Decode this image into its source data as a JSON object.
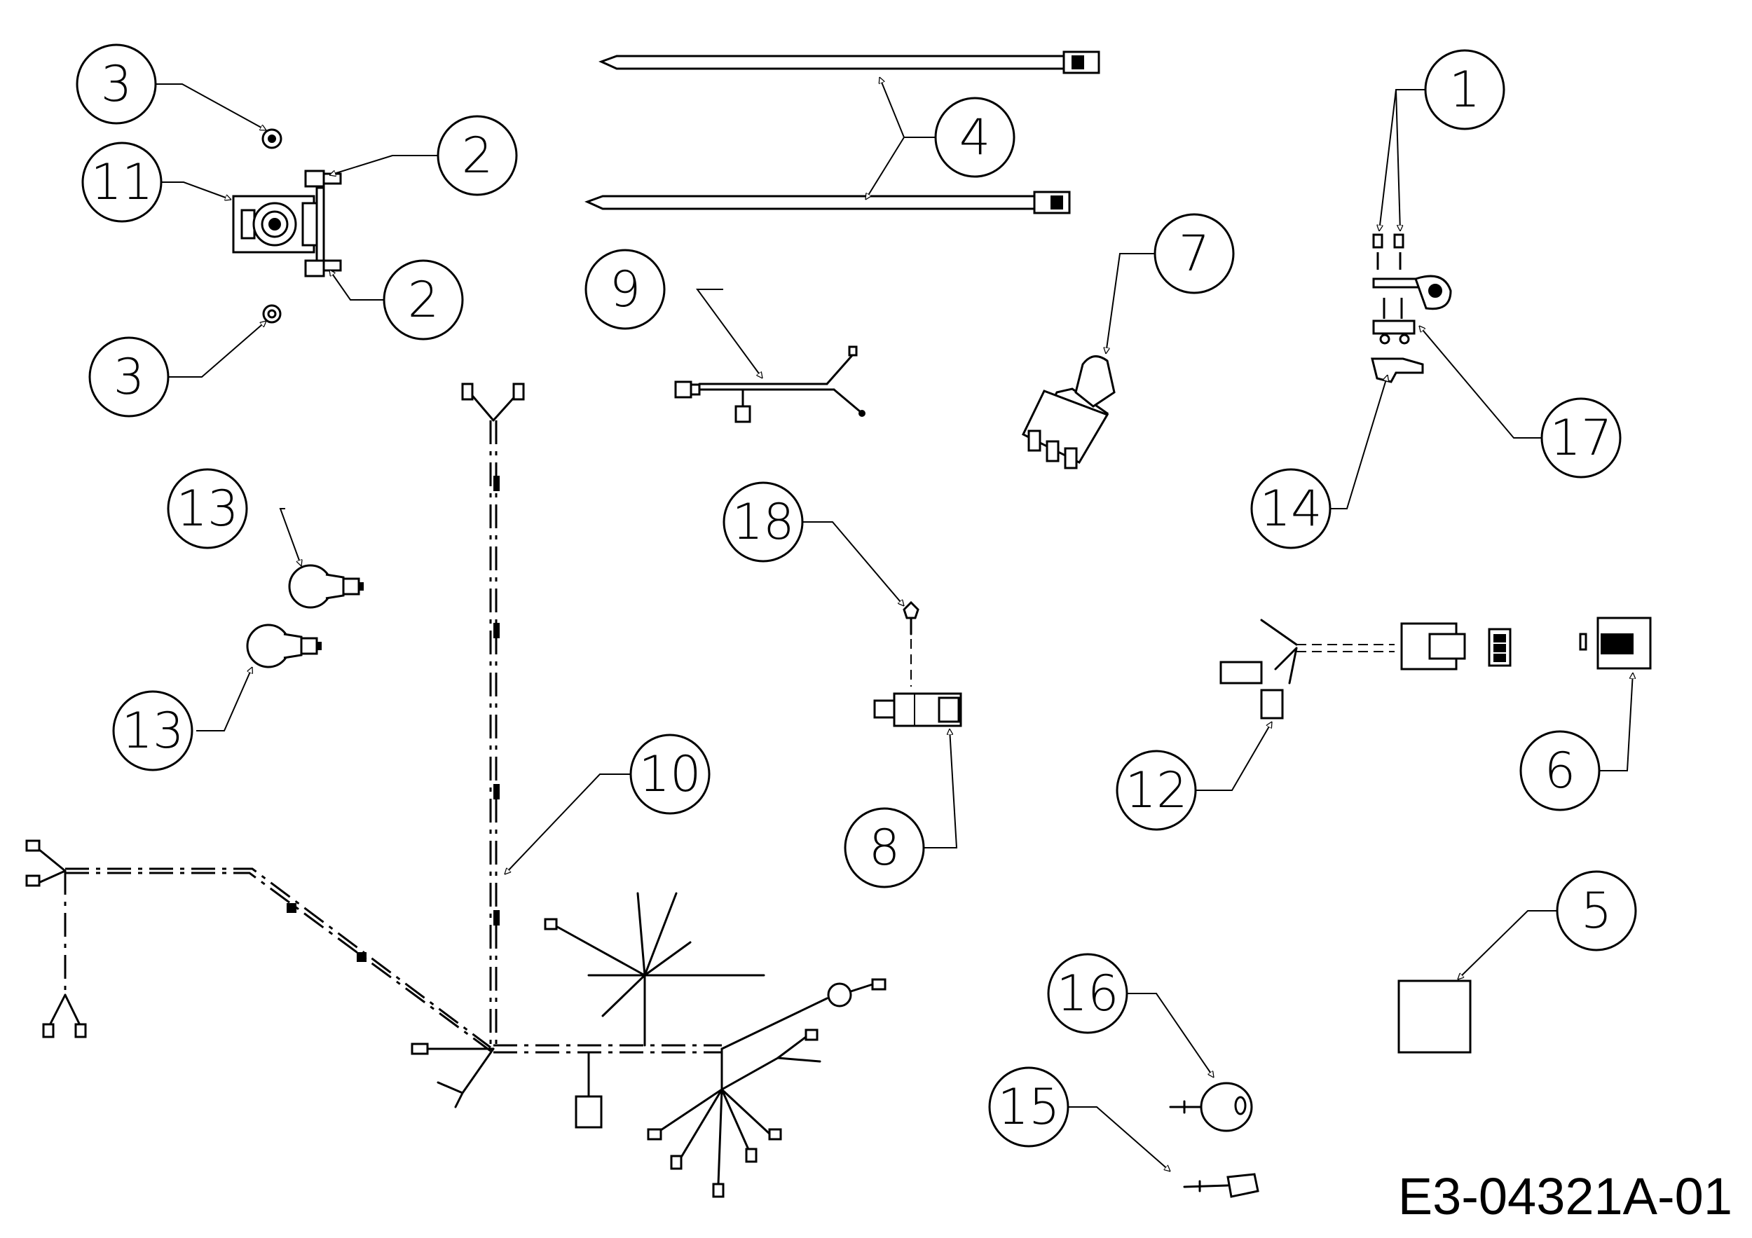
{
  "drawing_code": "E3-04321A-01",
  "callouts": [
    "1",
    "2",
    "2",
    "3",
    "3",
    "4",
    "5",
    "6",
    "7",
    "8",
    "9",
    "10",
    "11",
    "12",
    "13",
    "13",
    "14",
    "15",
    "16",
    "17",
    "18"
  ]
}
